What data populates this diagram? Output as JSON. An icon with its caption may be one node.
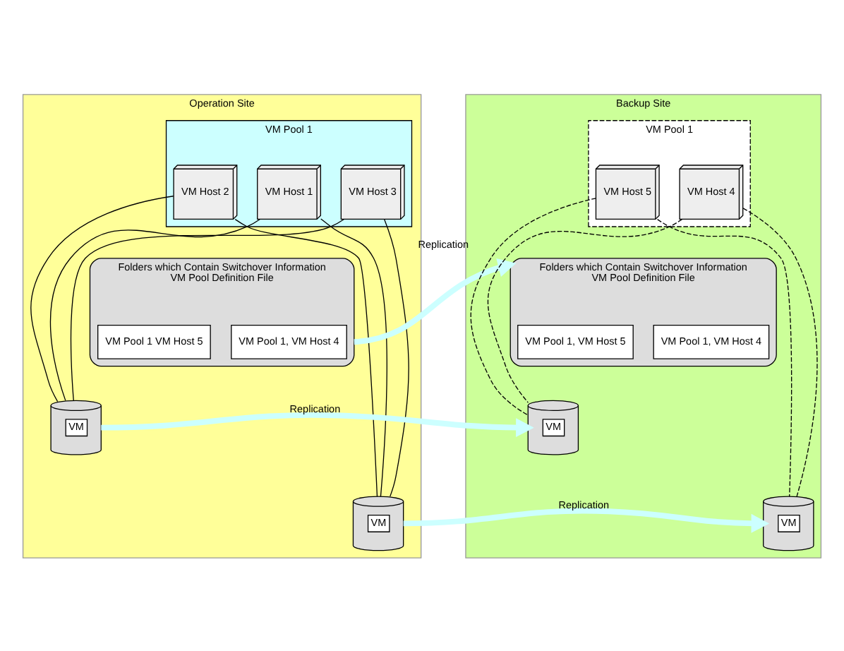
{
  "diagram": {
    "nodes": [
      {
        "text": [
          "Operation Site"
        ]
      },
      {
        "text": [
          "VM Pool 1"
        ],
        "in": 0
      },
      {
        "text": [
          "VM Host 1"
        ],
        "in": 1
      },
      {
        "text": [
          "VM Host 2"
        ],
        "in": 1
      },
      {
        "text": [
          "VM Host 3"
        ],
        "in": 1
      },
      {
        "text": [
          "Folders which Contain Switchover Information",
          "VM Pool Definition File"
        ],
        "in": 0
      },
      {
        "text": [
          "VM Pool 1, VM Host 4"
        ],
        "in": 5
      },
      {
        "text": [
          "VM Pool 1 VM Host 5"
        ],
        "in": 5
      },
      {
        "text": [
          "VM"
        ],
        "in": 0
      },
      {
        "text": [
          "VM"
        ],
        "in": 0
      },
      {
        "text": [
          "Backup Site"
        ]
      },
      {
        "text": [
          "VM Pool 1"
        ],
        "in": 10
      },
      {
        "text": [
          "VM Host 4"
        ],
        "in": 11
      },
      {
        "text": [
          "VM Host 5"
        ],
        "in": 11
      },
      {
        "text": [
          "Folders which Contain Switchover Information",
          "VM Pool Definition File"
        ],
        "in": 10
      },
      {
        "text": [
          "VM Pool 1, VM Host 4"
        ],
        "in": 14
      },
      {
        "text": [
          "VM Pool 1, VM Host 5"
        ],
        "in": 14
      },
      {
        "text": [
          "VM"
        ],
        "in": 10
      },
      {
        "text": [
          "VM"
        ],
        "in": 10
      }
    ],
    "edges": [
      {
        "from": 2,
        "to": 8,
        "arrow": "none"
      },
      {
        "from": 2,
        "to": 9,
        "arrow": "none"
      },
      {
        "from": 3,
        "to": 8,
        "arrow": "none"
      },
      {
        "from": 3,
        "to": 9,
        "arrow": "none"
      },
      {
        "from": 4,
        "to": 8,
        "arrow": "none"
      },
      {
        "from": 4,
        "to": 9,
        "arrow": "none"
      },
      {
        "from": 12,
        "to": 17,
        "arrow": "none",
        "style": "dashed"
      },
      {
        "from": 12,
        "to": 18,
        "arrow": "none",
        "style": "dashed"
      },
      {
        "from": 13,
        "to": 17,
        "arrow": "none",
        "style": "dashed"
      },
      {
        "from": 13,
        "to": 18,
        "arrow": "none",
        "style": "dashed"
      },
      {
        "from": 5,
        "to": 14,
        "arrow": "to",
        "label": "Replication",
        "style": "thick",
        "color": "#ccffff"
      },
      {
        "from": 8,
        "to": 17,
        "arrow": "to",
        "label": "Replication",
        "style": "thick",
        "color": "#ccffff"
      },
      {
        "from": 9,
        "to": 18,
        "arrow": "to",
        "label": "Replication",
        "style": "thick",
        "color": "#ccffff"
      }
    ]
  }
}
